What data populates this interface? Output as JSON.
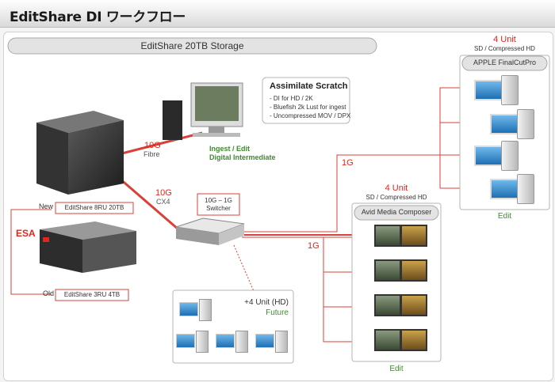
{
  "header": {
    "title": "EditShare DI ワークフロー"
  },
  "storage_bar": {
    "label": "EditShare 20TB Storage"
  },
  "scratch_box": {
    "title": "Assimilate Scratch",
    "items": [
      "- DI for HD / 2K",
      "- Bluefish 2k Lust for ingest",
      "- Uncompressed MOV / DPX"
    ]
  },
  "ingest": {
    "line1": "Ingest / Edit",
    "line2": "Digital Intermediate"
  },
  "links": {
    "fibre_speed": "10G",
    "fibre_type": "Fibre",
    "cx4_speed": "10G",
    "cx4_type": "CX4",
    "g1_top": "1G",
    "g1_mid": "1G"
  },
  "switcher": {
    "line1": "10G – 1G",
    "line2": "Switcher"
  },
  "esa": {
    "label": "ESA",
    "new_label": "New",
    "new_box": "EditShare 8RU 20TB",
    "old_label": "Old",
    "old_box": "EditShare 3RU 4TB"
  },
  "apple_group": {
    "count": "4 Unit",
    "sub": "SD / Compressed HD",
    "title": "APPLE FinalCutPro",
    "footer": "Edit"
  },
  "avid_group": {
    "count": "4 Unit",
    "sub": "SD / Compressed HD",
    "title": "Avid Media Composer",
    "footer": "Edit"
  },
  "future_group": {
    "line1": "+4 Unit (HD)",
    "line2": "Future"
  },
  "colors": {
    "red": "#e0261e",
    "green": "#3f8a2f",
    "link": "#d9403a"
  }
}
